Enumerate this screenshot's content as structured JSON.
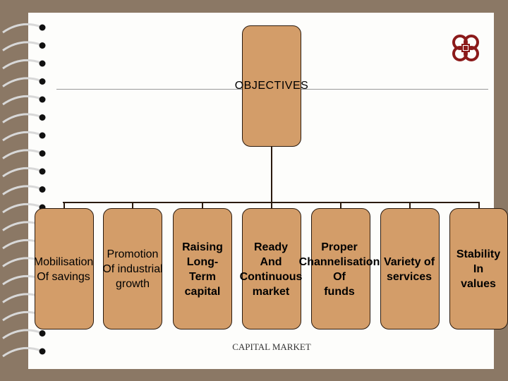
{
  "diagram": {
    "root": {
      "label": "OBJECTIVES"
    },
    "children": [
      {
        "id": "mobilisation",
        "label": "Mobilisation\nOf savings",
        "bold": false
      },
      {
        "id": "promotion",
        "label": "Promotion\nOf industrial\ngrowth",
        "bold": false
      },
      {
        "id": "raising",
        "label": "Raising\nLong-\nTerm\ncapital",
        "bold": true
      },
      {
        "id": "ready",
        "label": "Ready\nAnd\nContinuous\nmarket",
        "bold": true
      },
      {
        "id": "proper",
        "label": "Proper\nChannelisation\nOf\nfunds",
        "bold": true
      },
      {
        "id": "variety",
        "label": "Variety of\nservices",
        "bold": true
      },
      {
        "id": "stability",
        "label": "Stability\nIn\nvalues",
        "bold": true
      }
    ],
    "footer": "CAPITAL MARKET"
  },
  "colors": {
    "box_fill": "#d39d69",
    "box_border": "#2a1a0e",
    "background": "#8b7865",
    "logo": "#8b1a1a"
  },
  "icons": {
    "logo": "ornamental-logo-icon",
    "binding": "spiral-binding-icon"
  }
}
